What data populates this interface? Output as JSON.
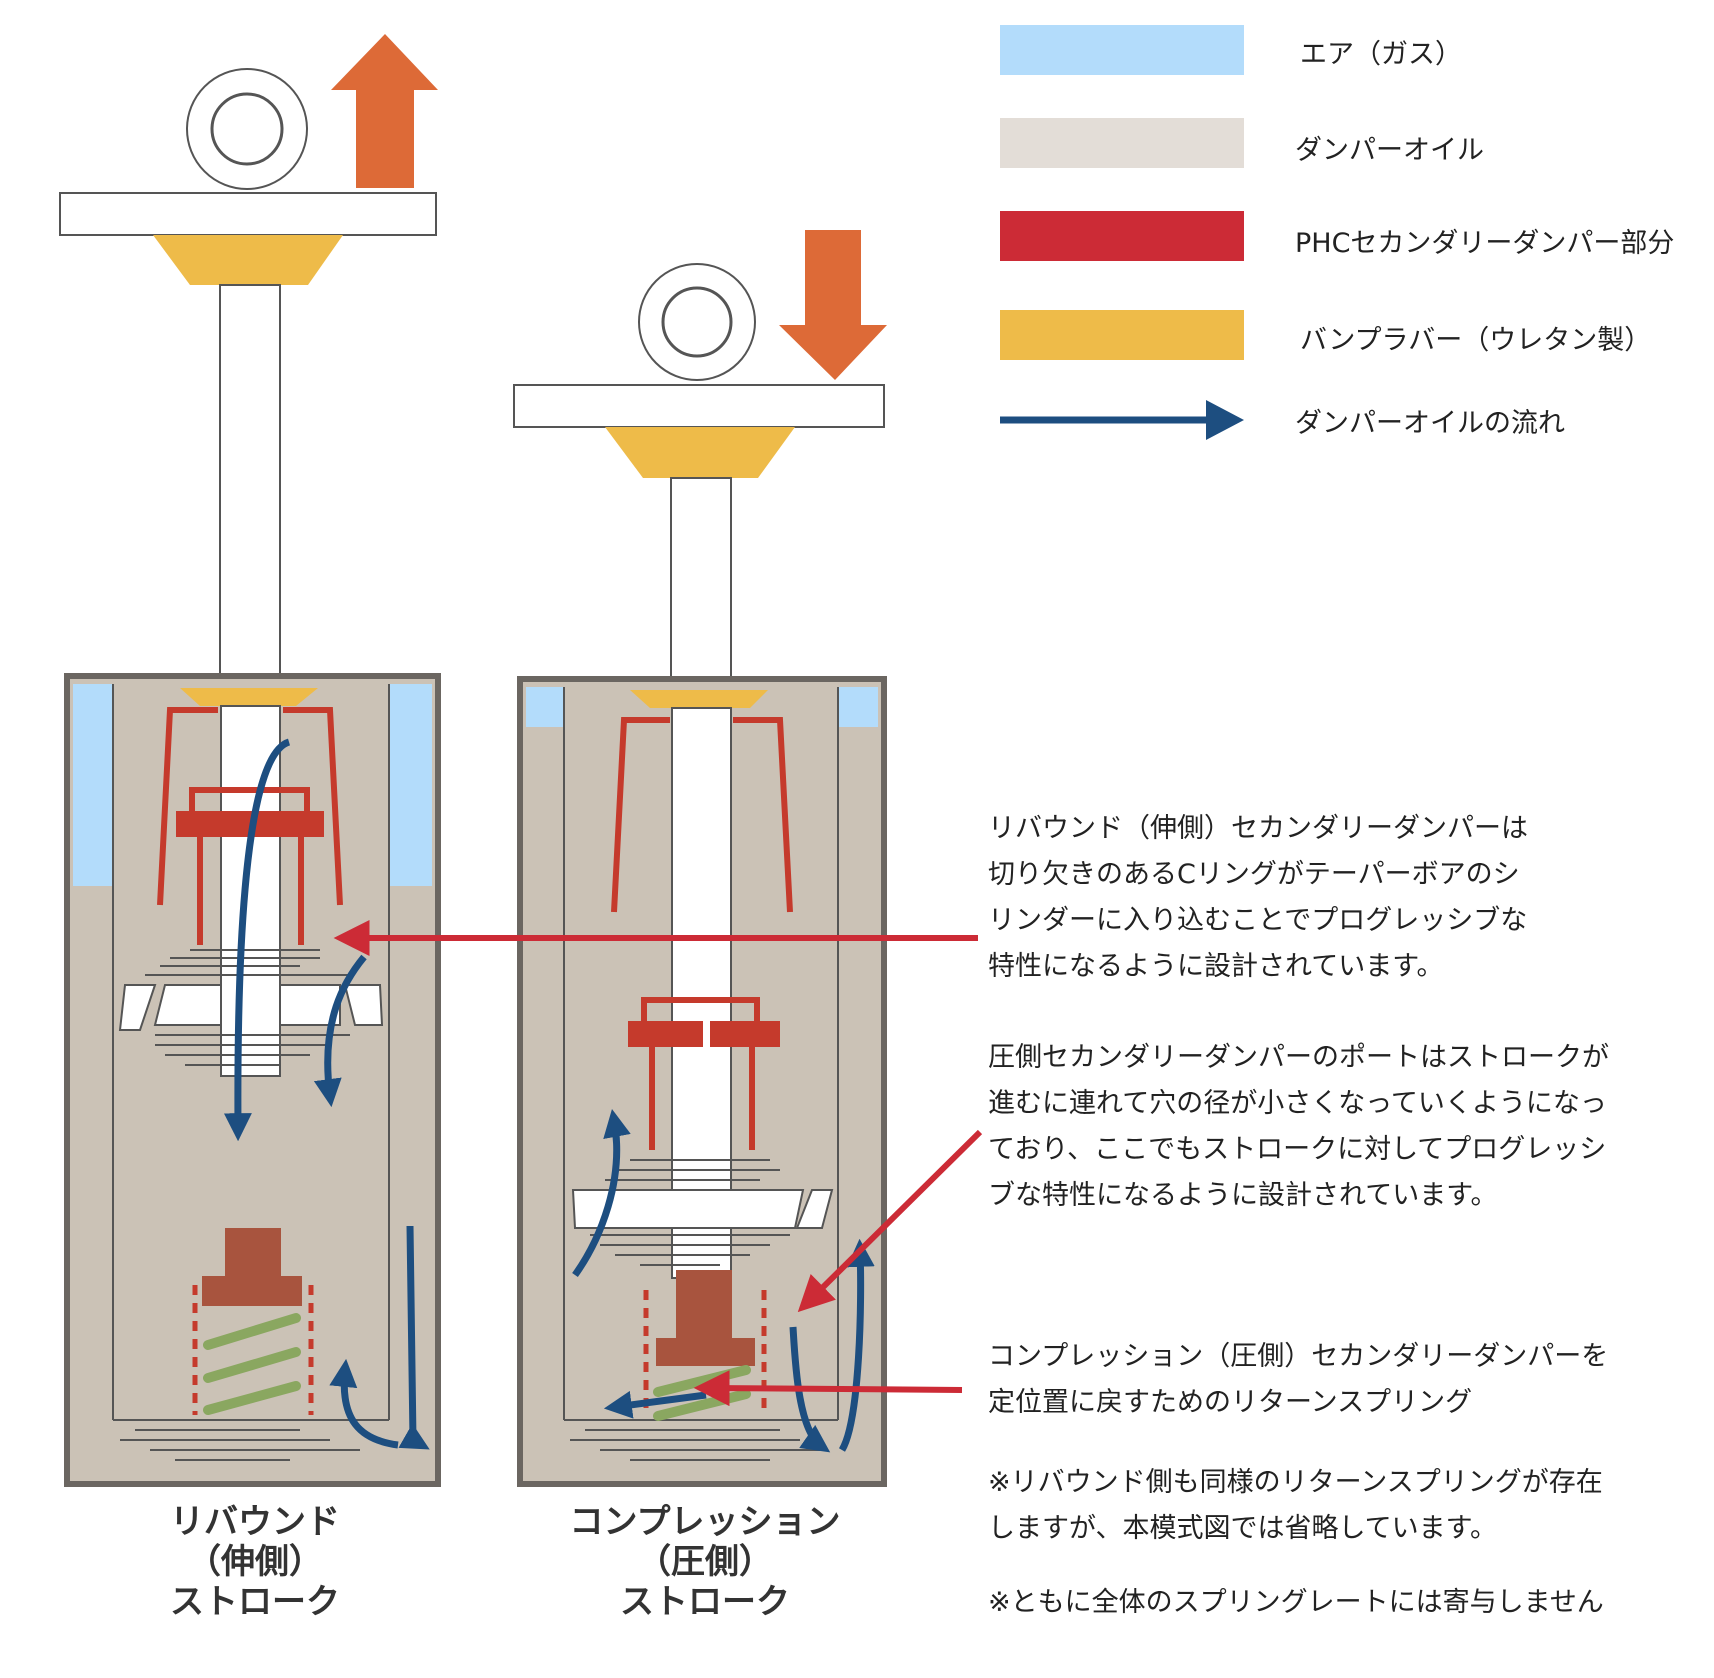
{
  "legend": [
    {
      "label": "エア（ガス）",
      "color": "#b3dcfb"
    },
    {
      "label": "ダンパーオイル",
      "color": "#e3ddd7"
    },
    {
      "label": "PHCセカンダリーダンパー部分",
      "color": "#cc2b36"
    },
    {
      "label": "バンプラバー（ウレタン製）",
      "color": "#eebb49"
    },
    {
      "label": "ダンパーオイルの流れ",
      "color": "#1d4e80"
    }
  ],
  "notes": {
    "rebound_note": [
      "リバウンド（伸側）セカンダリーダンパーは",
      "切り欠きのあるCリングがテーパーボアのシ",
      "リンダーに入り込むことでプログレッシブな",
      "特性になるように設計されています。"
    ],
    "compression_note": [
      "圧側セカンダリーダンパーのポートはストロークが",
      "進むに連れて穴の径が小さくなっていくようになっ",
      "ており、ここでもストロークに対してプログレッシ",
      "ブな特性になるように設計されています。"
    ],
    "spring_note": [
      "コンプレッション（圧側）セカンダリーダンパーを",
      "定位置に戻すためのリターンスプリング"
    ],
    "footnote1": [
      "※リバウンド側も同様のリターンスプリングが存在",
      "しますが、本模式図では省略しています。"
    ],
    "footnote2": [
      "※ともに全体のスプリングレートには寄与しません"
    ]
  },
  "captions": {
    "rebound": [
      "リバウンド",
      "（伸側）",
      "ストローク"
    ],
    "compression": [
      "コンプレッション",
      "（圧側）",
      "ストローク"
    ]
  },
  "colors": {
    "air": "#b3dcfb",
    "oil": "#cbc2b6",
    "oil_light": "#e3ddd7",
    "phc_red": "#c53a2c",
    "bump_rubber": "#eebb49",
    "flow_arrow": "#1d4e80",
    "motion_arrow": "#dd6a37",
    "callout_red": "#cc2b36",
    "body_frame": "#6b6661",
    "return_spring": "#8aa760",
    "piston_brown": "#a8543e"
  },
  "icons": [
    "motion-up-arrow-icon",
    "motion-down-arrow-icon",
    "flow-arrow-icon",
    "mount-eye-icon"
  ]
}
